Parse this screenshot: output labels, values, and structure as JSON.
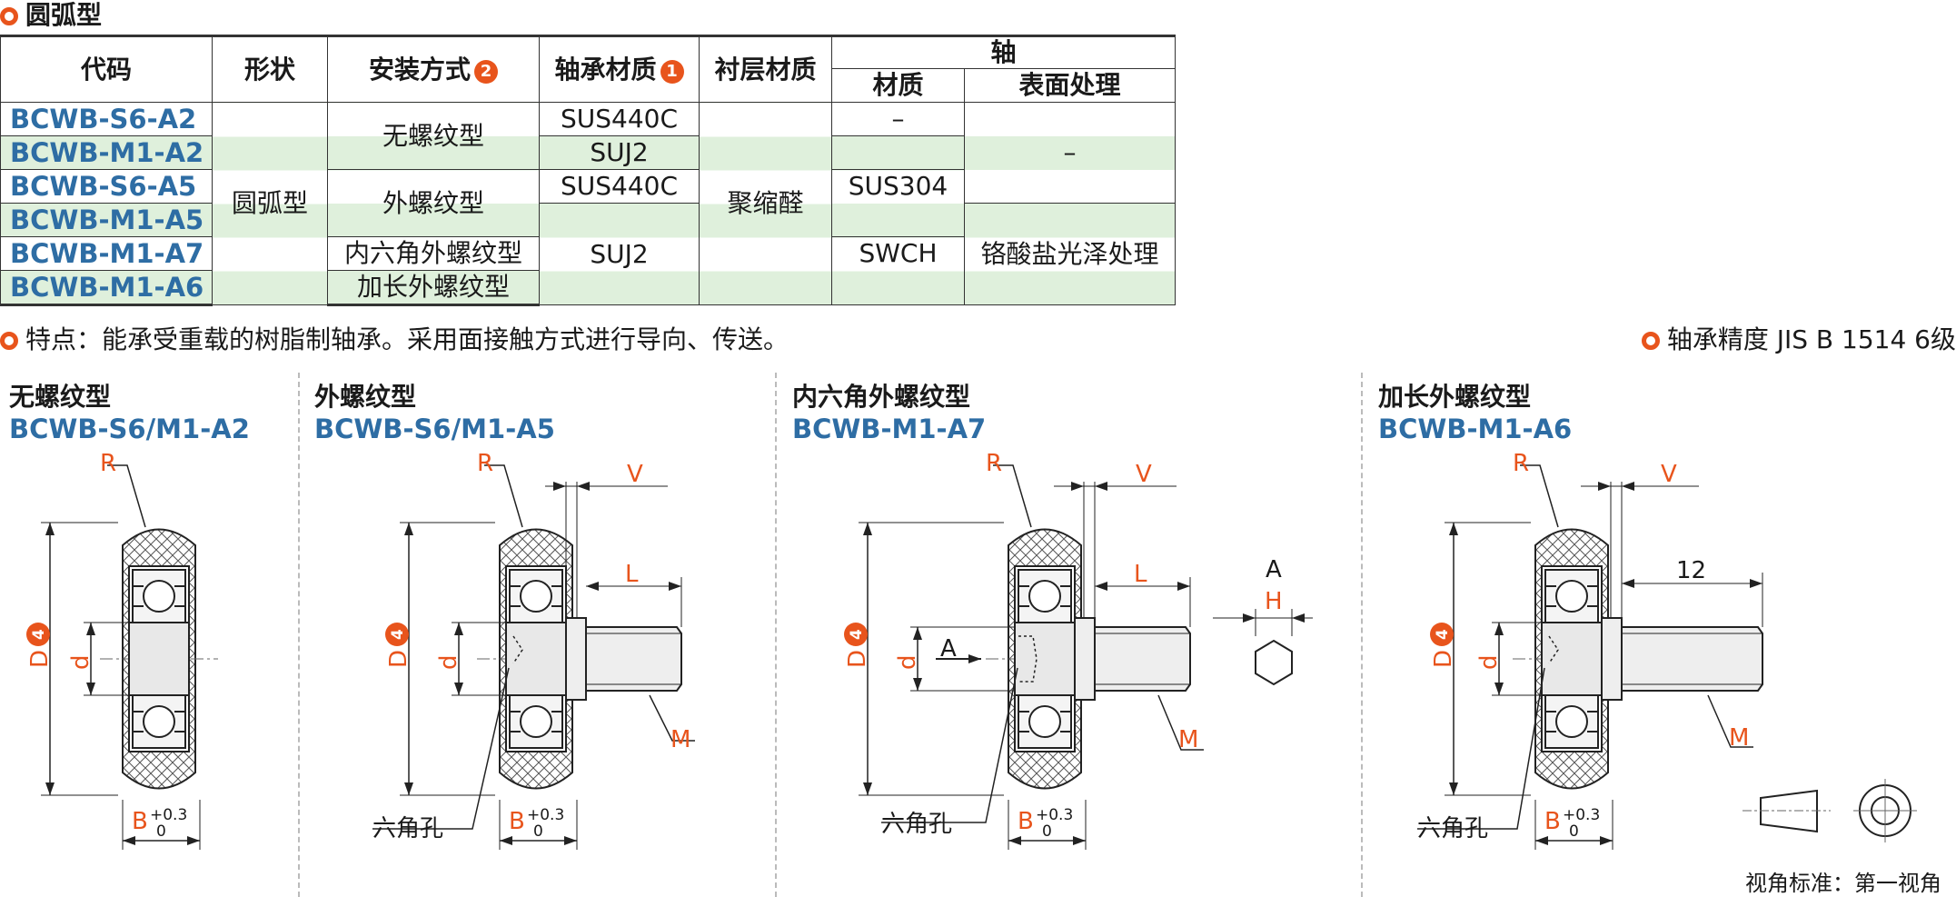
{
  "section_title": "圆弧型",
  "table": {
    "headers": {
      "code": "代码",
      "shape": "形状",
      "mount": "安装方式",
      "mount_badge": "2",
      "bearing": "轴承材质",
      "bearing_badge": "1",
      "lining": "衬层材质",
      "shaft": "轴",
      "shaft_material": "材质",
      "shaft_surface": "表面处理"
    },
    "rows": [
      {
        "code": "BCWB-S6-A2"
      },
      {
        "code": "BCWB-M1-A2"
      },
      {
        "code": "BCWB-S6-A5"
      },
      {
        "code": "BCWB-M1-A5"
      },
      {
        "code": "BCWB-M1-A7"
      },
      {
        "code": "BCWB-M1-A6"
      }
    ],
    "shape_value": "圆弧型",
    "mount_values": [
      "无螺纹型",
      "外螺纹型",
      "内六角外螺纹型",
      "加长外螺纹型"
    ],
    "bearing_values": [
      "SUS440C",
      "SUJ2",
      "SUS440C",
      "SUJ2"
    ],
    "lining_value": "聚缩醛",
    "shaft_material_values": [
      "–",
      "SUS304",
      "SWCH"
    ],
    "shaft_surface_values": [
      "–",
      "铬酸盐光泽处理"
    ]
  },
  "feature_text": "特点：能承受重载的树脂制轴承。采用面接触方式进行导向、传送。",
  "precision_text": "轴承精度  JIS  B  1514  6级",
  "diagrams": [
    {
      "title": "无螺纹型",
      "code": "BCWB-S6/M1-A2"
    },
    {
      "title": "外螺纹型",
      "code": "BCWB-S6/M1-A5"
    },
    {
      "title": "内六角外螺纹型",
      "code": "BCWB-M1-A7"
    },
    {
      "title": "加长外螺纹型",
      "code": "BCWB-M1-A6"
    }
  ],
  "dim_labels": {
    "R": "R",
    "V": "V",
    "L": "L",
    "D": "D",
    "D_badge": "4",
    "d": "d",
    "B": "B",
    "B_tol_upper": "+0.3",
    "B_tol_lower": "0",
    "M": "M",
    "A": "A",
    "H": "H",
    "hex_hole": "六角孔",
    "len12": "12"
  },
  "footnote": "视角标准：第一视角",
  "colors": {
    "accent": "#e8541c",
    "code_blue": "#2e6da4",
    "row_green": "#dff0dc"
  }
}
